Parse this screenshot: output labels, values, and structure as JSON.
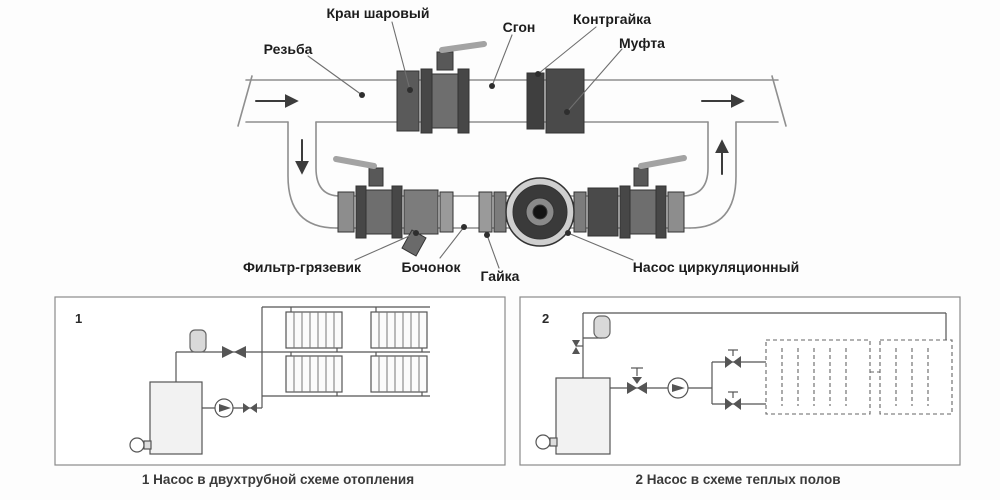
{
  "diagram": {
    "labels": {
      "kran": "Кран шаровый",
      "sgon": "Сгон",
      "kontrgayka": "Контргайка",
      "mufta": "Муфта",
      "rezba": "Резьба",
      "filtr": "Фильтр-грязевик",
      "bochonok": "Бочонок",
      "gayka": "Гайка",
      "nasos": "Насос циркуляционный"
    }
  },
  "panels": [
    {
      "number": "1",
      "caption": "1 Насос в двухтрубной схеме отопления"
    },
    {
      "number": "2",
      "caption": "2 Насос в схеме теплых полов"
    }
  ]
}
